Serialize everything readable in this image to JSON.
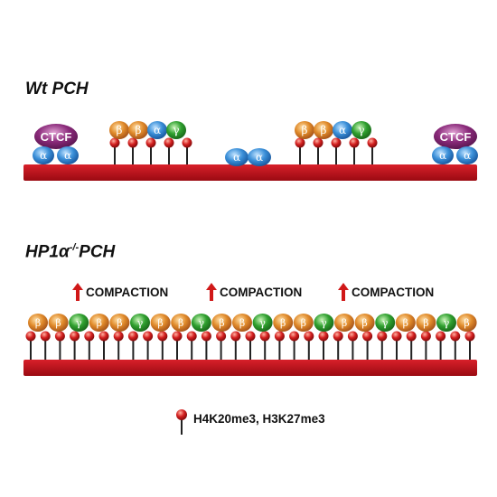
{
  "wt_title": "Wt PCH",
  "ko_title": {
    "main": "HP1α",
    "sup": "-/-",
    "suffix": "PCH"
  },
  "compaction_label": "COMPACTION",
  "ctcf_label": "CTCF",
  "legend_text": "H4K20me3, H3K27me3",
  "greek": {
    "alpha": "α",
    "beta": "β",
    "gamma": "γ"
  },
  "colors": {
    "chromatin": "#c0101a",
    "mark": "#d42020",
    "hp1_alpha": "#3a8fd8",
    "hp1_beta": "#e08a2a",
    "hp1_gamma": "#2fa02f",
    "ctcf": "#8a2a7a",
    "arrow": "#d01818"
  },
  "wt_groups": [
    {
      "type": "ctcf_alpha"
    },
    {
      "type": "hp1_cluster",
      "proteins": [
        "beta",
        "beta",
        "alpha",
        "gamma"
      ],
      "marks": 5
    },
    {
      "type": "alpha_pair"
    },
    {
      "type": "hp1_cluster",
      "proteins": [
        "beta",
        "beta",
        "alpha",
        "gamma"
      ],
      "marks": 5
    },
    {
      "type": "ctcf_alpha"
    }
  ],
  "ko_pattern": [
    "beta",
    "beta",
    "gamma"
  ]
}
